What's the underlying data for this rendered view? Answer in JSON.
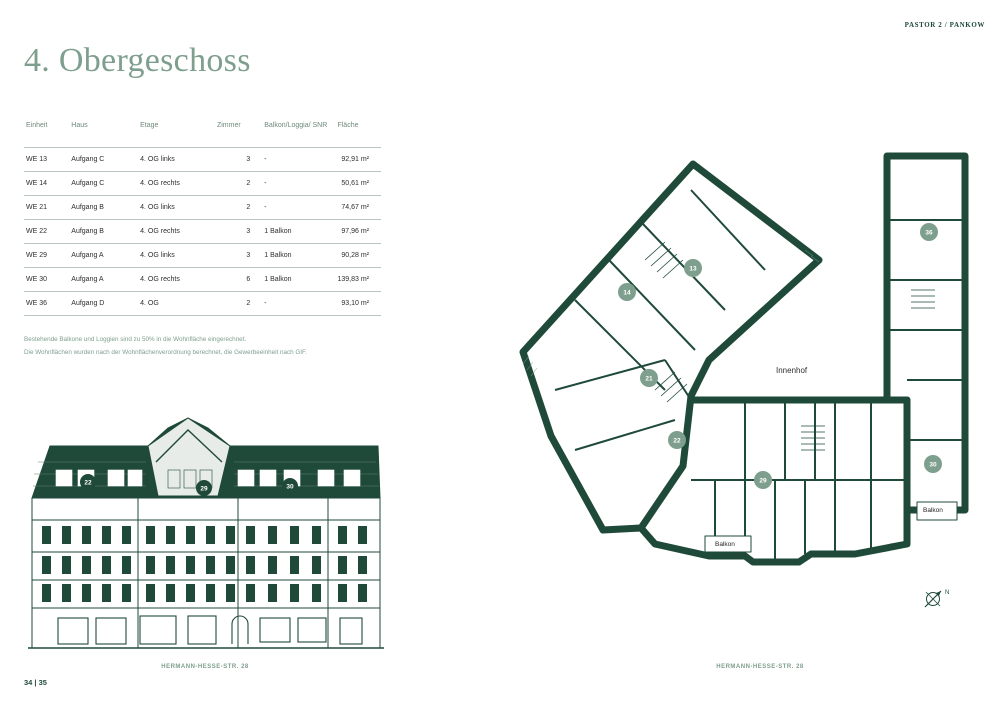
{
  "header": {
    "brand": "PASTOR 2 / PANKOW"
  },
  "page": {
    "title": "4. Obergeschoss",
    "page_numbers": "34 | 35"
  },
  "table": {
    "columns": [
      "Einheit",
      "Haus",
      "Etage",
      "Zimmer",
      "Balkon/Loggia/ SNR",
      "Fläche"
    ],
    "rows": [
      [
        "WE 13",
        "Aufgang C",
        "4. OG links",
        "3",
        "-",
        "92,91 m²"
      ],
      [
        "WE 14",
        "Aufgang C",
        "4. OG rechts",
        "2",
        "-",
        "50,61 m²"
      ],
      [
        "WE 21",
        "Aufgang B",
        "4. OG links",
        "2",
        "-",
        "74,67 m²"
      ],
      [
        "WE 22",
        "Aufgang B",
        "4. OG rechts",
        "3",
        "1 Balkon",
        "97,96 m²"
      ],
      [
        "WE 29",
        "Aufgang A",
        "4. OG links",
        "3",
        "1 Balkon",
        "90,28 m²"
      ],
      [
        "WE 30",
        "Aufgang A",
        "4. OG rechts",
        "6",
        "1 Balkon",
        "139,83 m²"
      ],
      [
        "WE 36",
        "Aufgang D",
        "4. OG",
        "2",
        "-",
        "93,10 m²"
      ]
    ]
  },
  "notes": [
    "Bestehende Balkone und Loggien sind zu 50% in die Wohnfläche eingerechnet.",
    "Die Wohnflächen wurden nach der Wohnflächenverordnung berechnet, die Gewerbeeinheit nach GIF."
  ],
  "facade": {
    "caption": "HERMANN-HESSE-STR. 28",
    "unit_markers": [
      "22",
      "29",
      "30"
    ]
  },
  "plan": {
    "caption": "HERMANN-HESSE-STR. 28",
    "courtyard_label": "Innenhof",
    "balcony_label": "Balkon",
    "compass_letter": "N",
    "unit_markers": [
      "13",
      "14",
      "21",
      "22",
      "29",
      "30",
      "36"
    ]
  },
  "colors": {
    "primary": "#1f4a3a",
    "accent": "#7f9f8e",
    "marker": "#7f9f8e",
    "line": "#b9c6be"
  }
}
